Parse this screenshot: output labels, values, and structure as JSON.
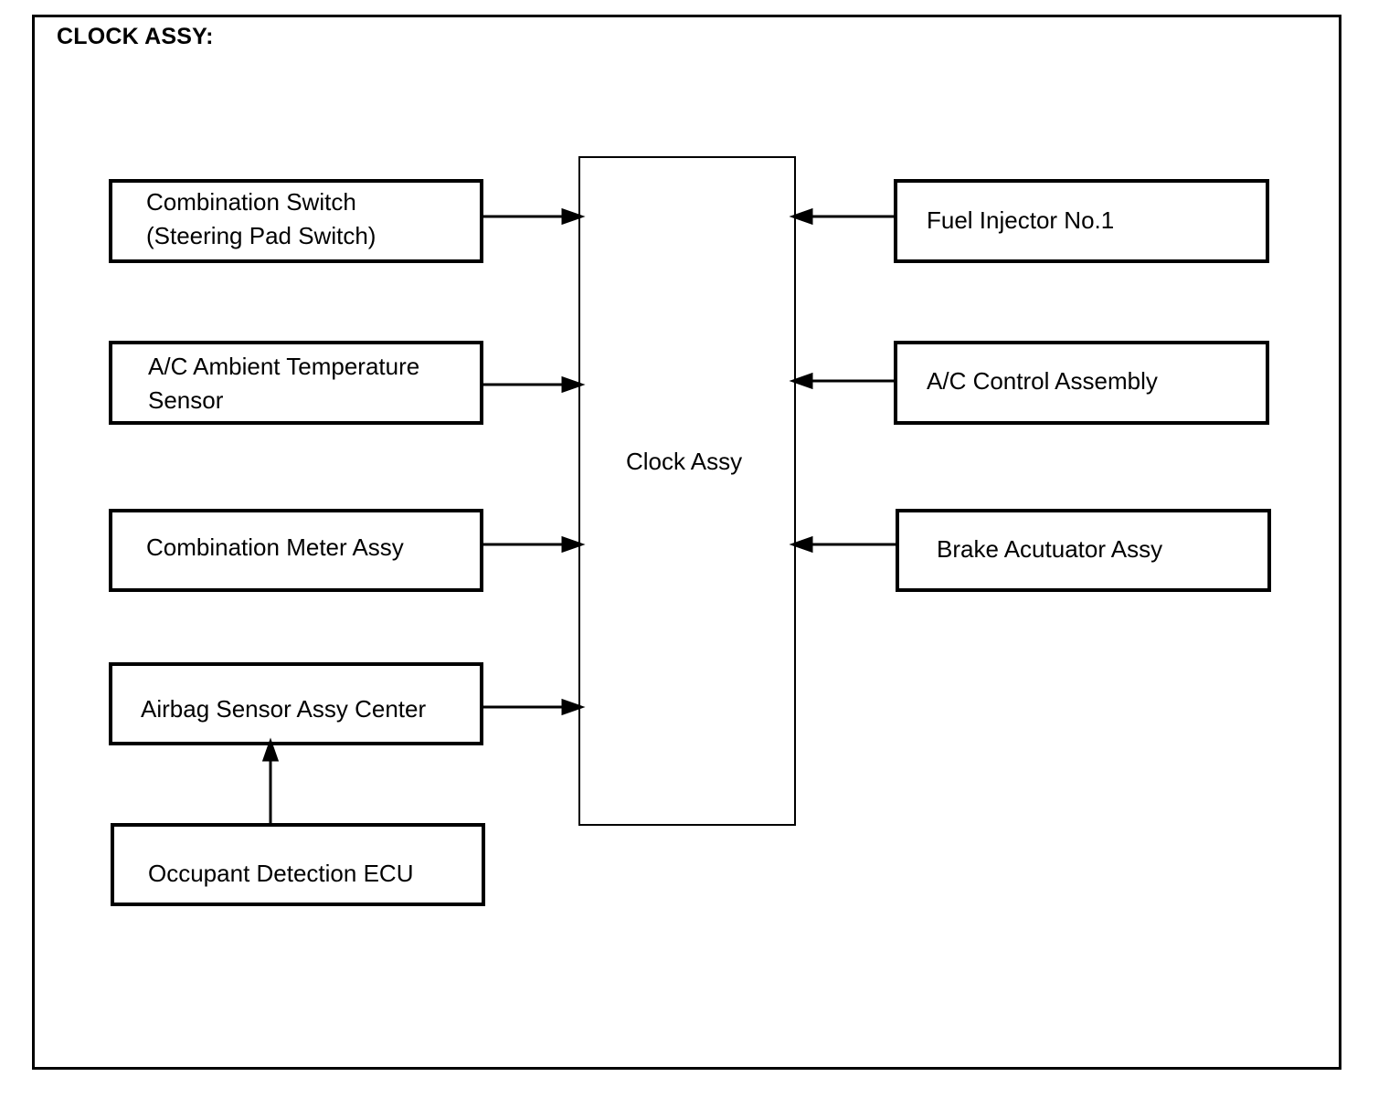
{
  "title": "CLOCK ASSY:",
  "center": {
    "label": "Clock Assy"
  },
  "left_boxes": [
    {
      "line1": "Combination Switch",
      "line2": "(Steering Pad Switch)"
    },
    {
      "line1": "A/C Ambient Temperature",
      "line2": "Sensor"
    },
    {
      "line1": "Combination Meter Assy",
      "line2": ""
    },
    {
      "line1": "Airbag Sensor Assy Center",
      "line2": ""
    }
  ],
  "bottom_box": {
    "label": "Occupant Detection ECU"
  },
  "right_boxes": [
    {
      "label": "Fuel Injector No.1"
    },
    {
      "label": "A/C Control Assembly"
    },
    {
      "label": "Brake Acutuator Assy"
    }
  ]
}
